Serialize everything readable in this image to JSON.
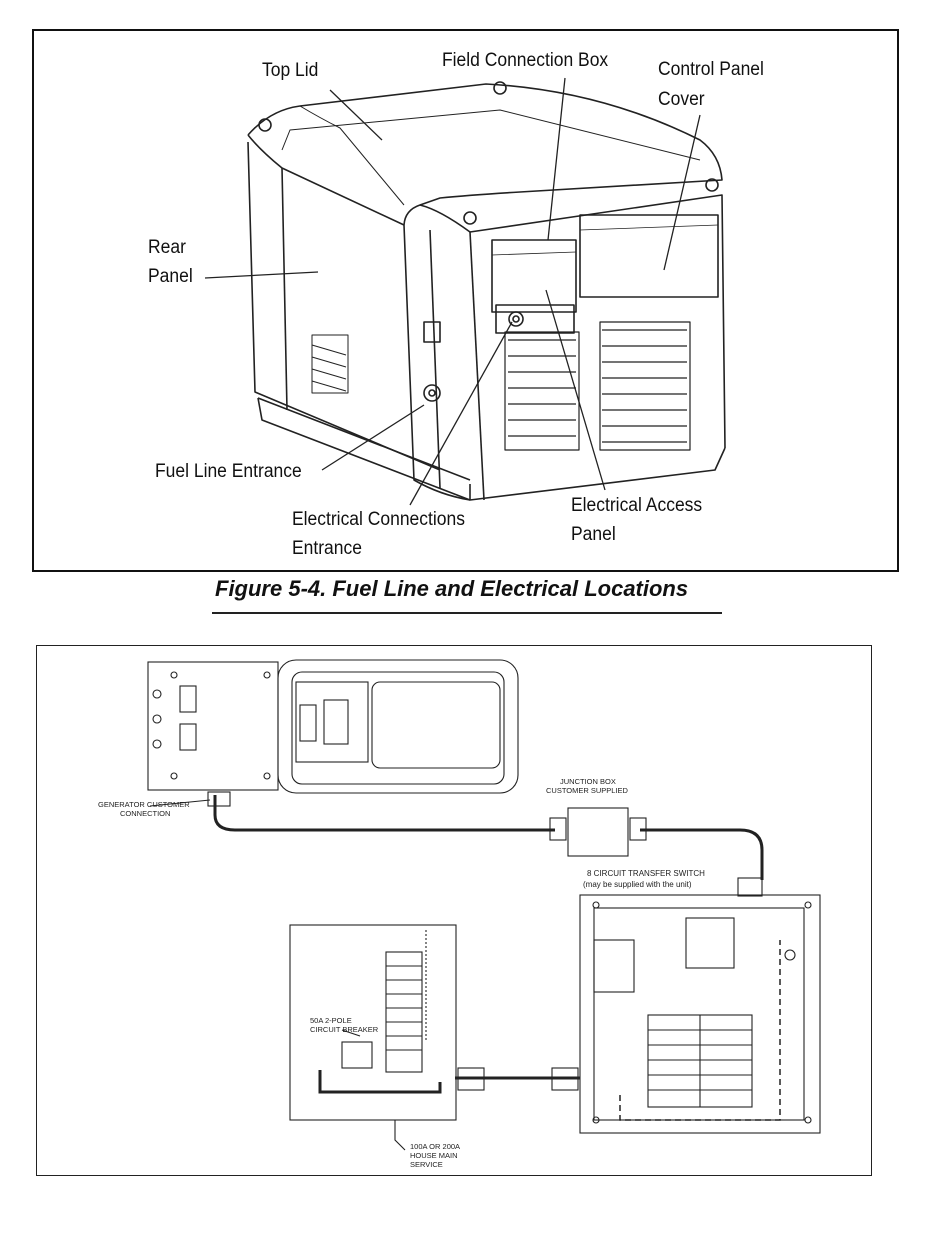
{
  "figure1": {
    "labels": {
      "top_lid": "Top Lid",
      "field_connection_box": "Field Connection Box",
      "control_panel_cover_1": "Control Panel",
      "control_panel_cover_2": "Cover",
      "rear_panel_1": "Rear",
      "rear_panel_2": "Panel",
      "fuel_line_entrance": "Fuel Line Entrance",
      "electrical_connections_1": "Electrical Connections",
      "electrical_connections_2": "Entrance",
      "electrical_access_1": "Electrical Access",
      "electrical_access_2": "Panel"
    },
    "caption": "Figure 5-4. Fuel Line and Electrical Locations"
  },
  "figure2": {
    "generator_label_1": "GENERATOR CUSTOMER",
    "generator_label_2": "CONNECTION",
    "junction_label_1": "JUNCTION BOX",
    "junction_label_2": "CUSTOMER SUPPLIED",
    "transfer_label_1": "8 CIRCUIT TRANSFER SWITCH",
    "transfer_label_2": "(may be supplied with the unit)",
    "breaker_label_1": "50A 2-POLE",
    "breaker_label_2": "CIRCUIT BREAKER",
    "service_label_1": "100A OR 200A",
    "service_label_2": "HOUSE MAIN",
    "service_label_3": "SERVICE"
  }
}
